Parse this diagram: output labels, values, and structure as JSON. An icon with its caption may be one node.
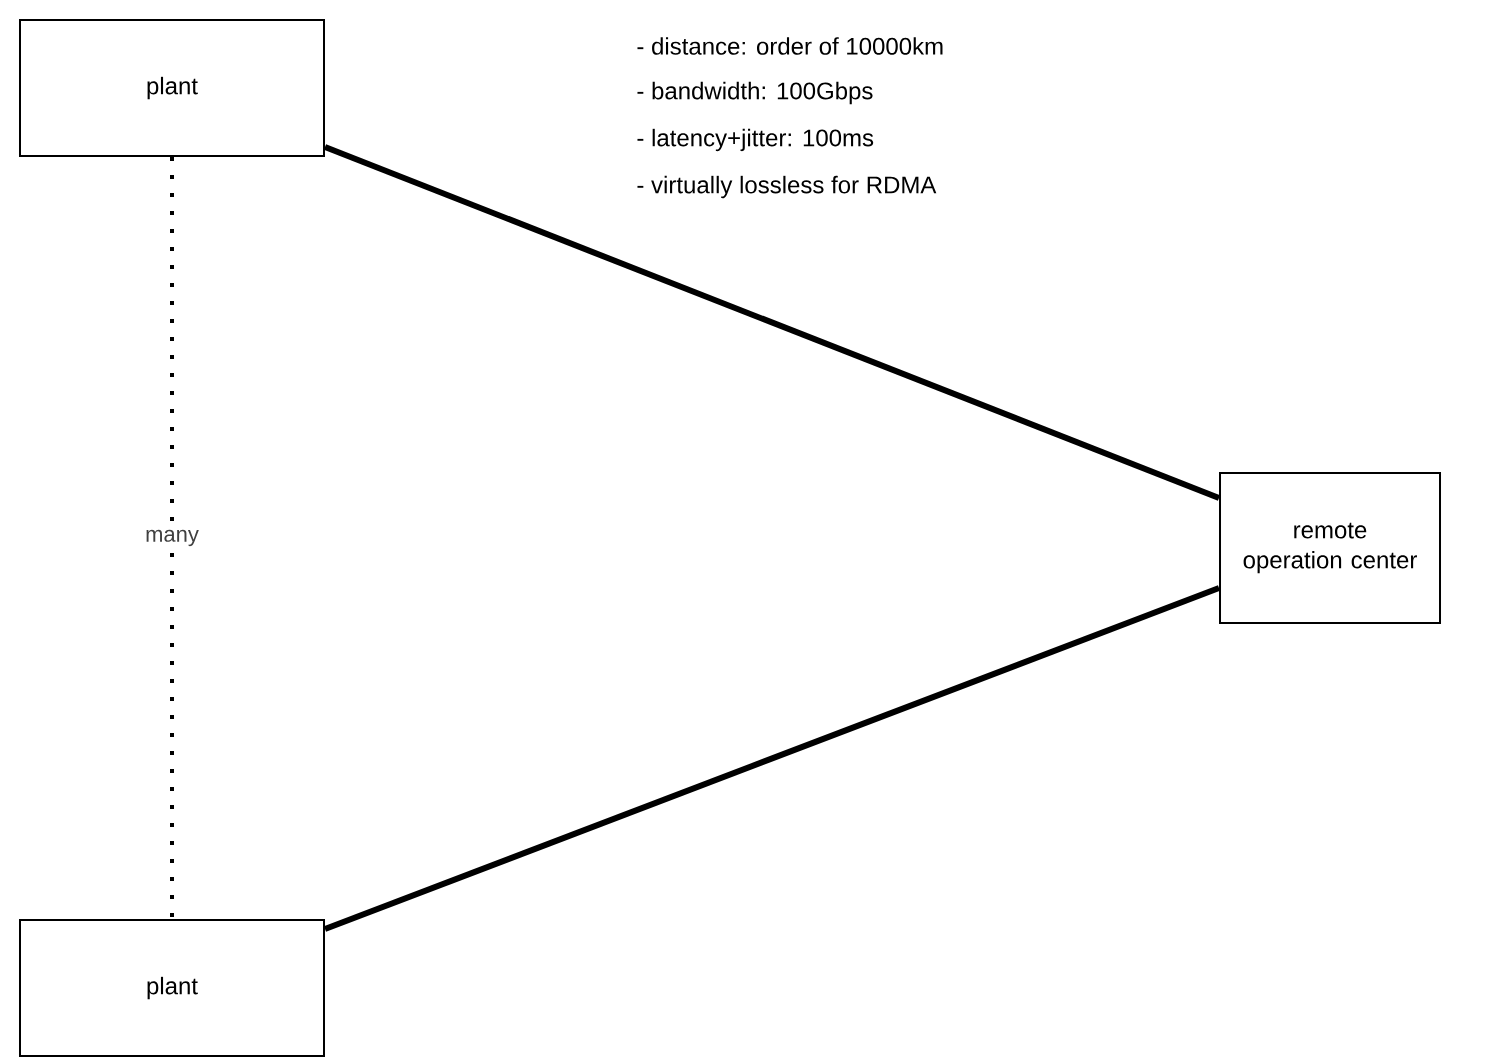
{
  "diagram": {
    "nodes": [
      {
        "text": [
          "plant"
        ]
      },
      {
        "text": [
          "plant"
        ]
      },
      {
        "text": [
          "remote operation center"
        ]
      }
    ],
    "edges": [
      {
        "from": 0,
        "to": 1,
        "arrow": "none",
        "style": "dashed",
        "label": "many"
      },
      {
        "from": 0,
        "to": 2,
        "arrow": "none"
      },
      {
        "from": 1,
        "to": 2,
        "arrow": "none"
      }
    ],
    "labels": [
      "- distance: order of 10000km",
      "- bandwidth: 100Gbps",
      "- latency+jitter: 100ms",
      "- virtually lossless for RDMA"
    ]
  }
}
